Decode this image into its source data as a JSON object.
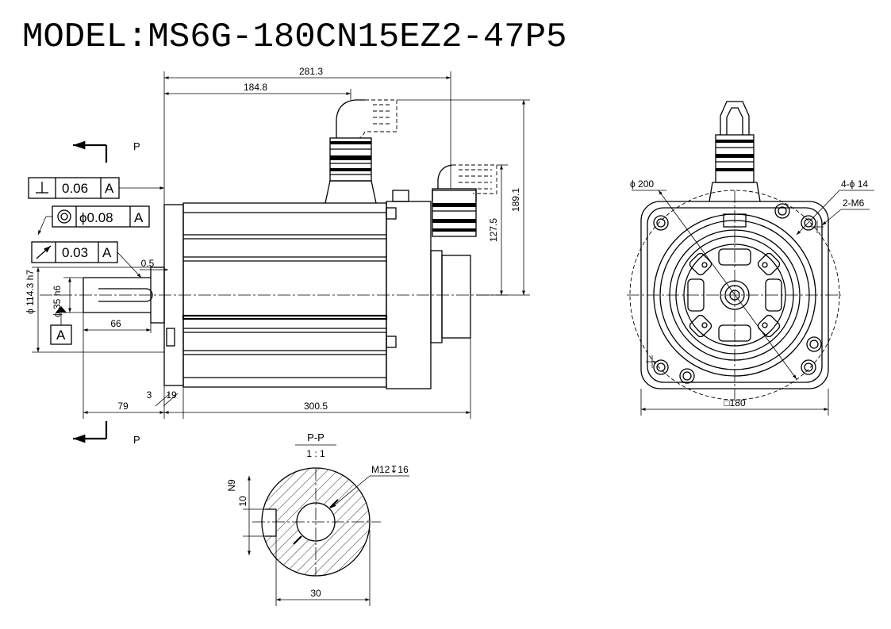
{
  "title": "MODEL:MS6G-180CN15EZ2-47P5",
  "side_view": {
    "dim_281_3": "281.3",
    "dim_184_8": "184.8",
    "dim_189_1": "189.1",
    "dim_127_5": "127.5",
    "dim_300_5": "300.5",
    "dim_79": "79",
    "dim_3": "3",
    "dim_19": "19",
    "dim_66": "66",
    "dim_0_5": "0.5",
    "dim_pilot": "ϕ 114.3  h7",
    "dim_shaft": "ϕ 35 h6",
    "section_mark_top": "P",
    "section_mark_bottom": "P",
    "tol_perp_value": "0.06",
    "tol_perp_datum": "A",
    "tol_conc_value": "ϕ0.08",
    "tol_conc_datum": "A",
    "tol_runout_value": "0.03",
    "tol_runout_datum": "A",
    "datum_label": "A"
  },
  "front_view": {
    "dim_pcd": "ϕ 200",
    "dim_holes": "4-ϕ 14",
    "dim_threads": "2-M6",
    "dim_square": "□180"
  },
  "section_view": {
    "title": "P-P",
    "scale": "1 : 1",
    "dim_n9": "N9",
    "dim_10": "10",
    "dim_30": "30",
    "dim_thread": "M12↧16"
  }
}
